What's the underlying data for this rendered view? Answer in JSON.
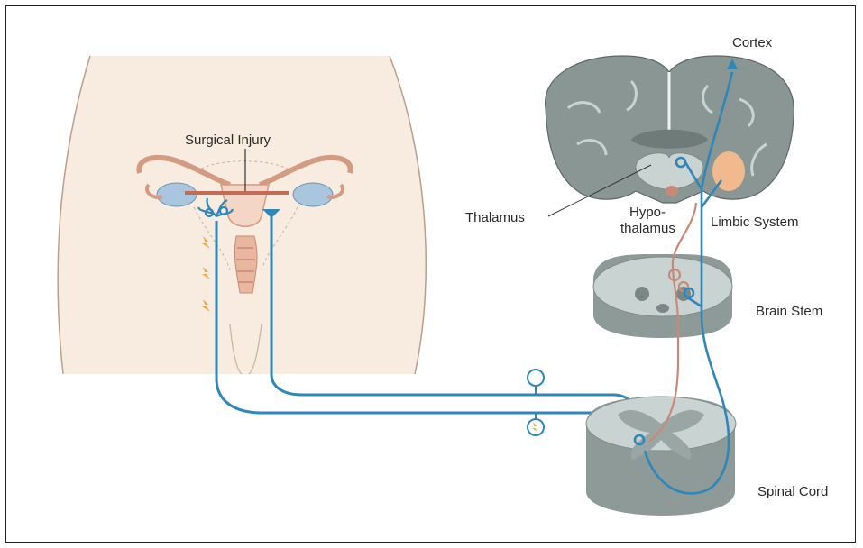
{
  "labels": {
    "surgical_injury": "Surgical Injury",
    "cortex": "Cortex",
    "thalamus": "Thalamus",
    "hypothalamus_line1": "Hypo-",
    "hypothalamus_line2": "thalamus",
    "limbic_system": "Limbic System",
    "brain_stem": "Brain Stem",
    "spinal_cord": "Spinal Cord"
  },
  "colors": {
    "pathway_blue": "#2f86b8",
    "ascending_red": "#c78a78",
    "tissue_gray": "#8e9a98",
    "light_gray": "#c9d4d2",
    "skin": "#f6e9d9",
    "uterus": "#e9b79f",
    "limbic": "#f0b98e"
  }
}
